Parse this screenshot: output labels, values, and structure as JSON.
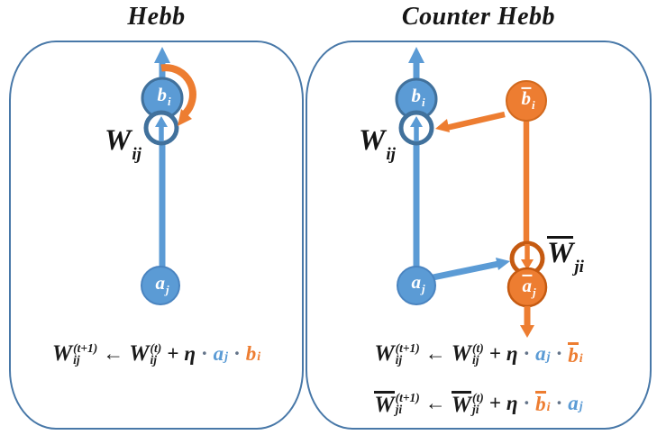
{
  "colors": {
    "node_blue": "#5B9BD5",
    "node_blue_dark": "#41719C",
    "node_orange": "#ED7D31",
    "node_orange_dark": "#C55A11",
    "box_border": "#4878A8",
    "text_black": "#1a1a1a"
  },
  "panels": [
    {
      "title": "Hebb",
      "weight_label": {
        "base": "W",
        "sub": "ij"
      },
      "nodes": {
        "b": {
          "base": "b",
          "sub": "i"
        },
        "a": {
          "base": "a",
          "sub": "j"
        }
      },
      "eq": {
        "lhs_base": "W",
        "lhs_sup": "(t+1)",
        "lhs_sub": "ij",
        "arrow": "←",
        "rhs_base": "W",
        "rhs_sup": "(t)",
        "rhs_sub": "ij",
        "plus": "+",
        "eta": "η",
        "dot": "·",
        "v1_base": "a",
        "v1_sub": "j",
        "v2_base": "b",
        "v2_sub": "i"
      }
    },
    {
      "title": "Counter Hebb",
      "weight_label": {
        "base": "W",
        "sub": "ij"
      },
      "counter_weight_label": {
        "base": "W",
        "sub": "ji"
      },
      "nodes": {
        "b": {
          "base": "b",
          "sub": "i"
        },
        "a": {
          "base": "a",
          "sub": "j"
        },
        "b_bar": {
          "base": "b",
          "sub": "i"
        },
        "a_bar": {
          "base": "a",
          "sub": "j"
        }
      },
      "eq1": {
        "lhs_base": "W",
        "lhs_sup": "(t+1)",
        "lhs_sub": "ij",
        "arrow": "←",
        "rhs_base": "W",
        "rhs_sup": "(t)",
        "rhs_sub": "ij",
        "plus": "+",
        "eta": "η",
        "dot": "·",
        "v1_base": "a",
        "v1_sub": "j",
        "v2_base": "b",
        "v2_sub": "i"
      },
      "eq2": {
        "lhs_base": "W",
        "lhs_sup": "(t+1)",
        "lhs_sub": "ji",
        "arrow": "←",
        "rhs_base": "W",
        "rhs_sup": "(t)",
        "rhs_sub": "ji",
        "plus": "+",
        "eta": "η",
        "dot": "·",
        "v1_base": "b",
        "v1_sub": "i",
        "v2_base": "a",
        "v2_sub": "j"
      }
    }
  ]
}
